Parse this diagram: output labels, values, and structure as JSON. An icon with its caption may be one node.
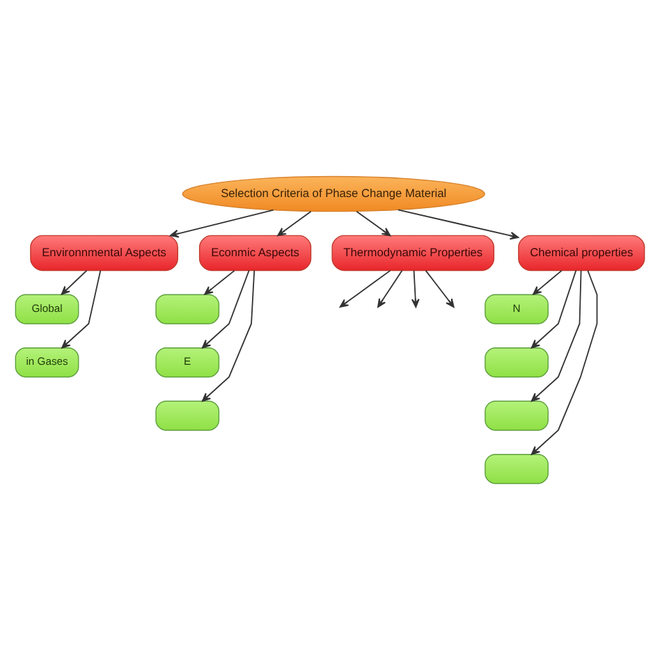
{
  "diagram": {
    "nodes": [
      {
        "text": [
          "Selection Criteria of Phase Change Material"
        ]
      },
      {
        "text": [
          "Environnmental Aspects"
        ]
      },
      {
        "text": [
          "Econmic Aspects"
        ]
      },
      {
        "text": [
          "Thermodynamic Properties"
        ]
      },
      {
        "text": [
          "Chemical properties"
        ]
      },
      {
        "text": [
          "Global"
        ]
      },
      {
        "text": [
          "in Gases"
        ]
      },
      {
        "text": [],
        "shape": "box"
      },
      {
        "text": [
          "E"
        ]
      },
      {
        "text": [],
        "shape": "box"
      },
      {
        "text": [
          "N"
        ]
      },
      {
        "text": [],
        "shape": "box"
      },
      {
        "text": [],
        "shape": "box"
      },
      {
        "text": [],
        "shape": "box"
      }
    ],
    "edges": [
      {
        "from": 0,
        "to": 1,
        "arrow": "to"
      },
      {
        "from": 0,
        "to": 2,
        "arrow": "to"
      },
      {
        "from": 0,
        "to": 3,
        "arrow": "to"
      },
      {
        "from": 0,
        "to": 4,
        "arrow": "to"
      },
      {
        "from": 1,
        "to": 5,
        "arrow": "to"
      },
      {
        "from": 1,
        "to": 6,
        "arrow": "to"
      },
      {
        "from": 2,
        "to": 7,
        "arrow": "to"
      },
      {
        "from": 2,
        "to": 8,
        "arrow": "to"
      },
      {
        "from": 2,
        "to": 9,
        "arrow": "to"
      },
      {
        "from": 3,
        "to": null,
        "arrow": "to"
      },
      {
        "from": 3,
        "to": null,
        "arrow": "to"
      },
      {
        "from": 3,
        "to": null,
        "arrow": "to"
      },
      {
        "from": 3,
        "to": null,
        "arrow": "to"
      },
      {
        "from": 4,
        "to": 10,
        "arrow": "to"
      },
      {
        "from": 4,
        "to": 11,
        "arrow": "to"
      },
      {
        "from": 4,
        "to": 12,
        "arrow": "to"
      },
      {
        "from": 4,
        "to": 13,
        "arrow": "to"
      }
    ]
  }
}
